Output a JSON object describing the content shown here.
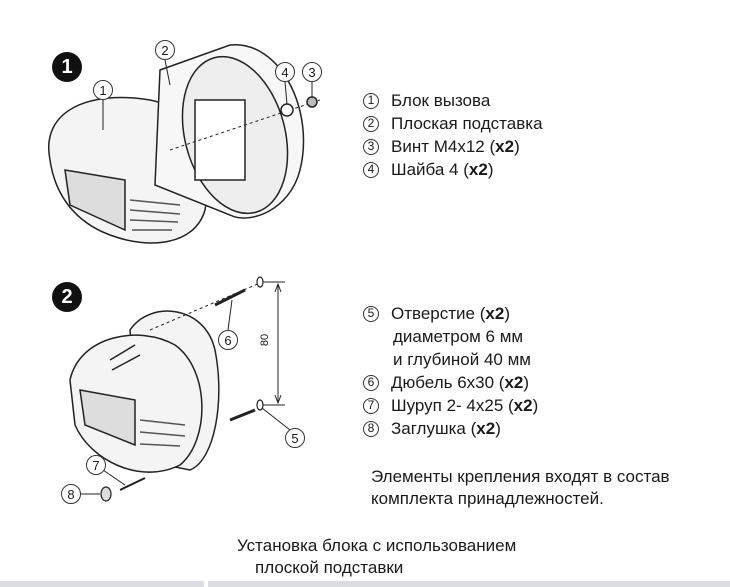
{
  "steps": {
    "step1": "1",
    "step2": "2"
  },
  "callouts": {
    "c1": "1",
    "c2": "2",
    "c3": "3",
    "c4": "4",
    "c5": "5",
    "c6": "6",
    "c7": "7",
    "c8": "8",
    "dimension": "80"
  },
  "legend1": [
    {
      "num": "1",
      "text": "Блок вызова",
      "bold": ""
    },
    {
      "num": "2",
      "text": "Плоская подставка",
      "bold": ""
    },
    {
      "num": "3",
      "text": "Винт М4x12 (",
      "bold": "x2",
      "after": ")"
    },
    {
      "num": "4",
      "text": "Шайба 4 (",
      "bold": "x2",
      "after": ")"
    }
  ],
  "legend2": [
    {
      "num": "5",
      "text": "Отверстие (",
      "bold": "x2",
      "after": ")"
    },
    {
      "text": "диаметром 6 мм"
    },
    {
      "text": "и глубиной 40 мм"
    },
    {
      "num": "6",
      "text": "Дюбель 6x30 (",
      "bold": "x2",
      "after": ")"
    },
    {
      "num": "7",
      "text": "Шуруп 2- 4x25 (",
      "bold": "x2",
      "after": ")"
    },
    {
      "num": "8",
      "text": "Заглушка (",
      "bold": "x2",
      "after": ")"
    }
  ],
  "note": [
    "Элементы крепления входят в состав",
    "комплекта принадлежностей."
  ],
  "caption": [
    "Установка блока с использованием",
    "плоской подставки"
  ]
}
